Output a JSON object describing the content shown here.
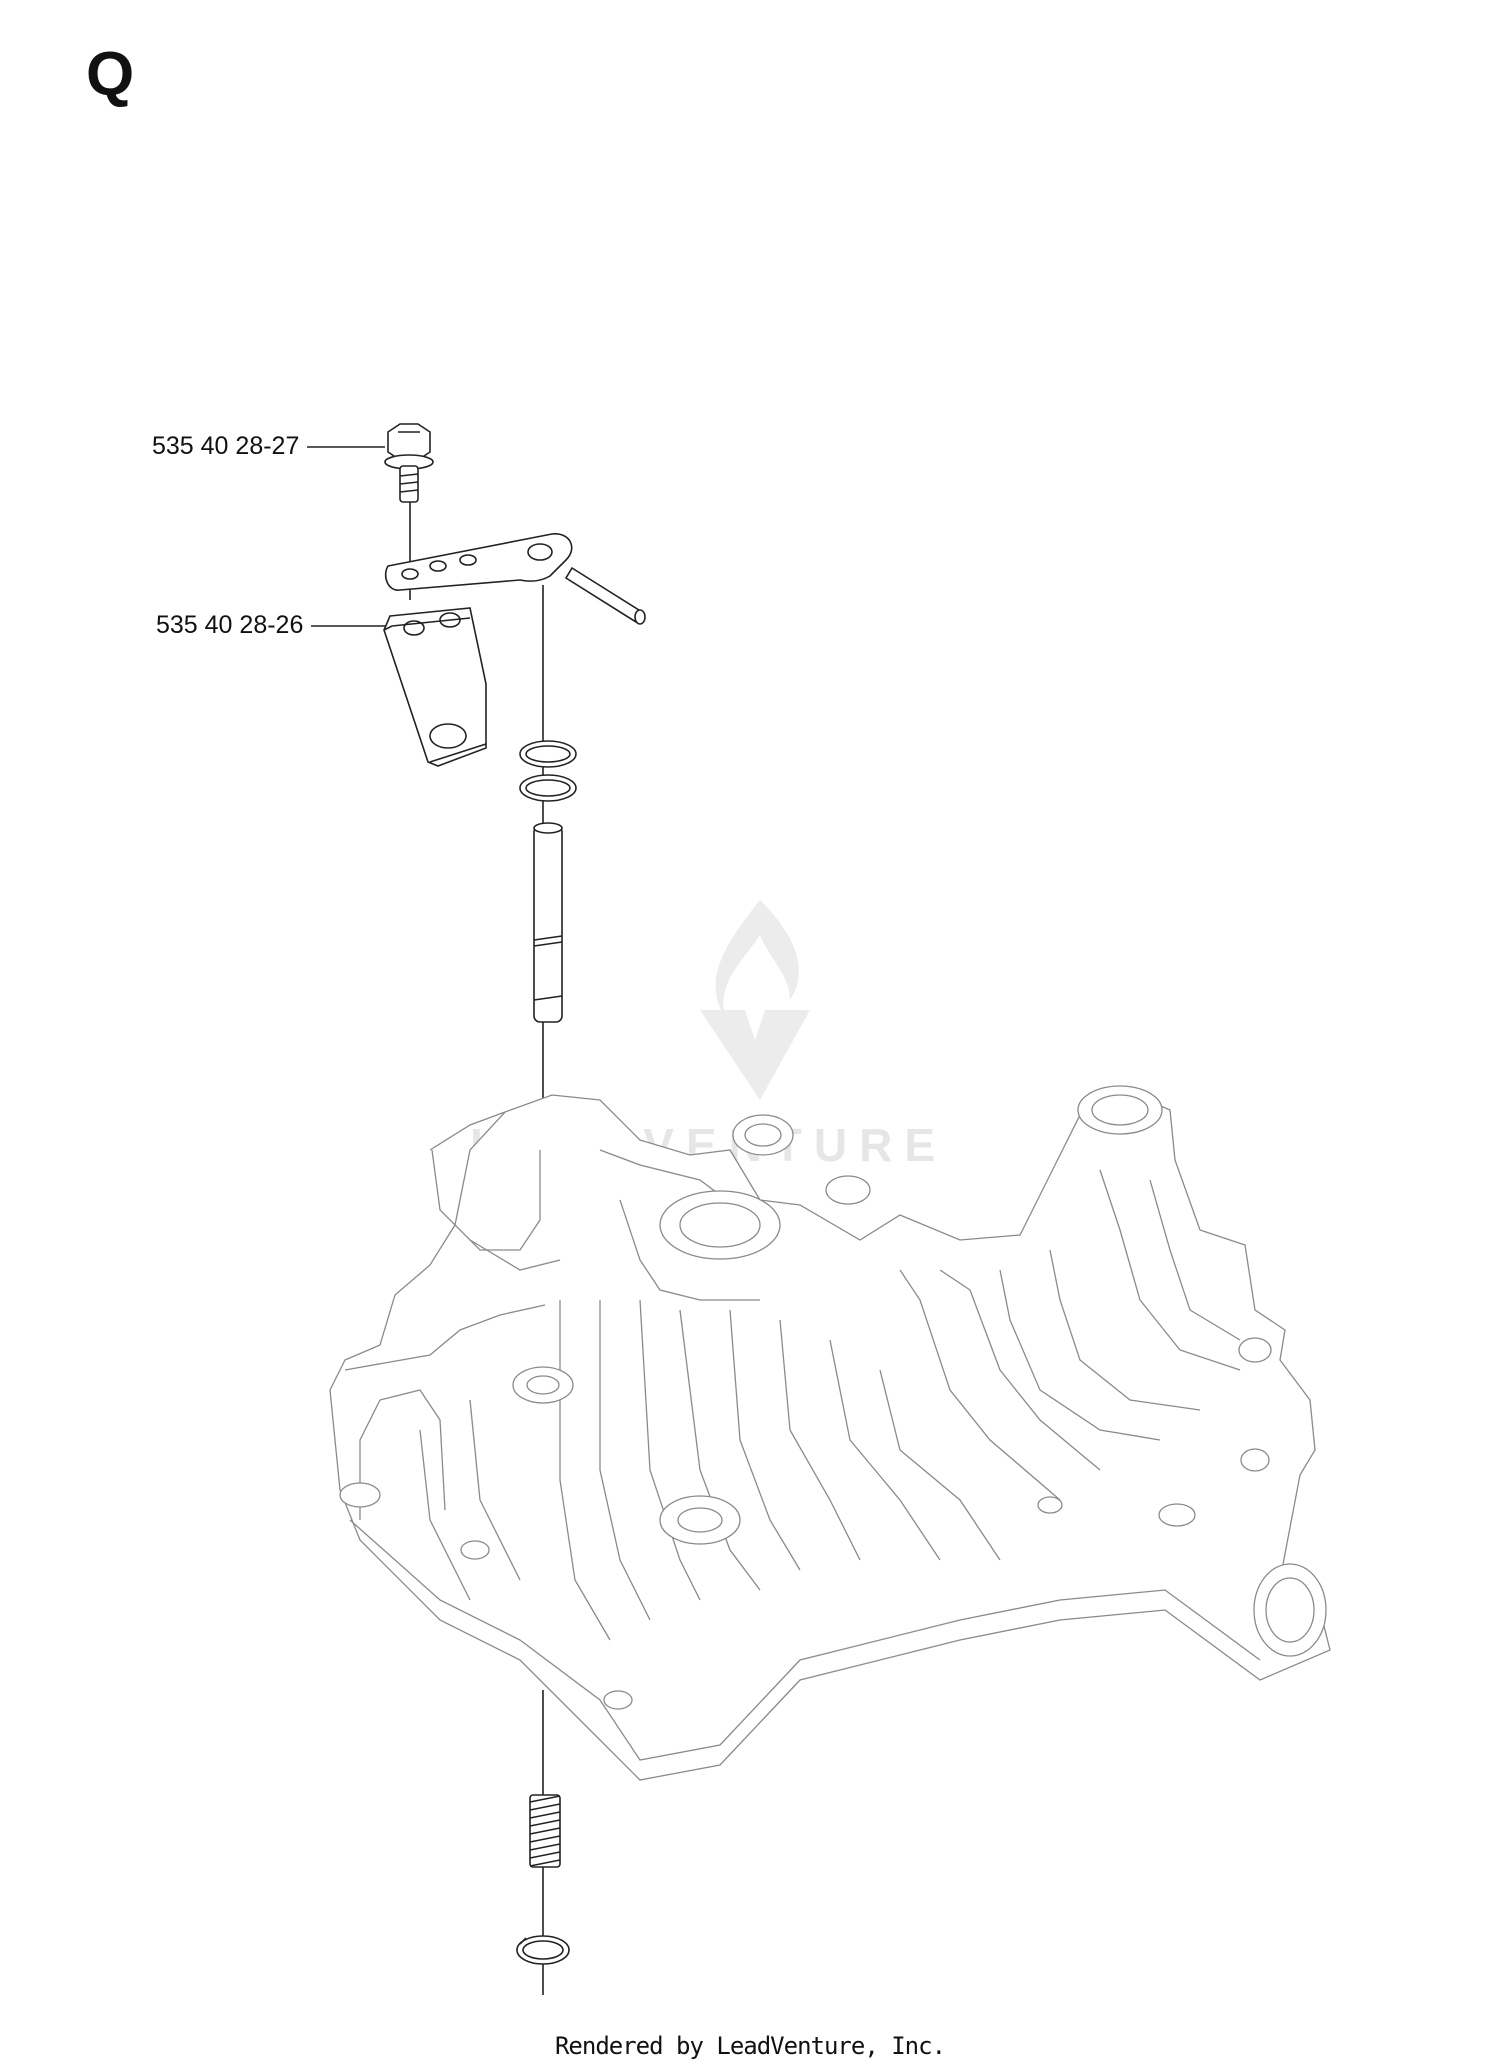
{
  "page": {
    "letter": "Q",
    "footer": "Rendered by LeadVenture, Inc."
  },
  "callouts": [
    {
      "label": "535 40 28-27",
      "part": "bolt"
    },
    {
      "label": "535 40 28-26",
      "part": "bracket"
    }
  ],
  "watermark": {
    "text": "LEADVENTURE",
    "color": "#e6e6e6"
  },
  "colors": {
    "line": "#222222",
    "housing": "#8a8a8a",
    "background": "#ffffff"
  }
}
